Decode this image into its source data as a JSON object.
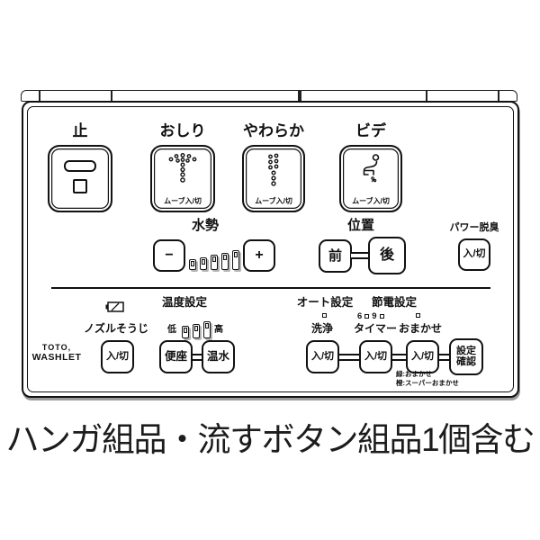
{
  "caption": "ハンガ組品・流すボタン組品1個含む",
  "remote": {
    "brand_line1": "TOTO,",
    "brand_line2": "WASHLET",
    "stop": {
      "label": "止"
    },
    "rear": {
      "label": "おしり",
      "sub": "ムーブ入/切"
    },
    "soft": {
      "label": "やわらか",
      "sub": "ムーブ入/切"
    },
    "bidet": {
      "label": "ビデ",
      "sub": "ムーブ入/切"
    },
    "water_pressure": {
      "label": "水勢",
      "minus": "−",
      "plus": "+",
      "levels": 5
    },
    "position": {
      "label": "位置",
      "front": "前",
      "back": "後"
    },
    "deodorizer": {
      "label": "パワー脱臭",
      "button": "入/切"
    },
    "nozzle": {
      "label": "ノズルそうじ",
      "button": "入/切"
    },
    "temperature": {
      "label": "温度設定",
      "low": "低",
      "high": "高",
      "seat": "便座",
      "water": "温水",
      "levels": 3
    },
    "auto": {
      "label": "オート設定",
      "wash": "洗浄",
      "button": "入/切"
    },
    "eco": {
      "label": "節電設定",
      "timer": "タイマー",
      "omakase": "おまかせ",
      "timer_button": "入/切",
      "omakase_button": "入/切",
      "hour6": "6",
      "hour9": "9",
      "confirm1": "設定",
      "confirm2": "確認",
      "note1": "緑:おまかせ",
      "note2": "橙:スーパーおまかせ"
    }
  }
}
